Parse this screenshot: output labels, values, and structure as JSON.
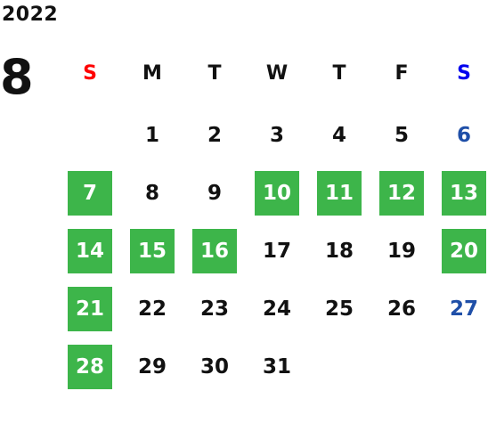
{
  "calendar": {
    "year": "2022",
    "month": "8",
    "weekdays": [
      "S",
      "M",
      "T",
      "W",
      "T",
      "F",
      "S"
    ],
    "first_weekday_index": 1,
    "days": [
      {
        "n": "1"
      },
      {
        "n": "2"
      },
      {
        "n": "3"
      },
      {
        "n": "4"
      },
      {
        "n": "5"
      },
      {
        "n": "6"
      },
      {
        "n": "7",
        "highlight": true
      },
      {
        "n": "8"
      },
      {
        "n": "9"
      },
      {
        "n": "10",
        "highlight": true
      },
      {
        "n": "11",
        "highlight": true
      },
      {
        "n": "12",
        "highlight": true
      },
      {
        "n": "13",
        "highlight": true
      },
      {
        "n": "14",
        "highlight": true
      },
      {
        "n": "15",
        "highlight": true
      },
      {
        "n": "16",
        "highlight": true
      },
      {
        "n": "17"
      },
      {
        "n": "18"
      },
      {
        "n": "19"
      },
      {
        "n": "20",
        "highlight": true
      },
      {
        "n": "21",
        "highlight": true
      },
      {
        "n": "22"
      },
      {
        "n": "23"
      },
      {
        "n": "24"
      },
      {
        "n": "25"
      },
      {
        "n": "26"
      },
      {
        "n": "27"
      },
      {
        "n": "28",
        "highlight": true
      },
      {
        "n": "29"
      },
      {
        "n": "30"
      },
      {
        "n": "31"
      }
    ]
  },
  "colors": {
    "highlight": "#3db54a",
    "sunday_header": "#ff0000",
    "saturday_header": "#0000ee",
    "saturday_date": "#1f4fa8"
  }
}
